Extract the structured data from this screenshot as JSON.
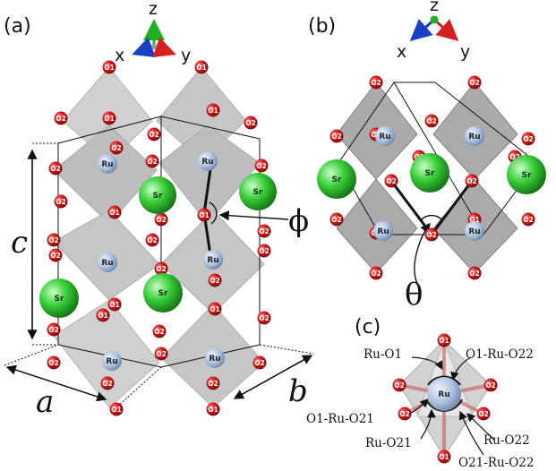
{
  "panels": {
    "a": {
      "label": "(a)",
      "axis_z": "z",
      "axis_x": "x",
      "axis_y": "y",
      "lattice_a": "a",
      "lattice_b": "b",
      "lattice_c": "c",
      "angle": "ϕ"
    },
    "b": {
      "label": "(b)",
      "axis_z": "z",
      "axis_x": "x",
      "axis_y": "y",
      "angle": "θ"
    },
    "c": {
      "label": "(c)",
      "annotations": {
        "ru_o1": "Ru-O1",
        "o1_ru_o22": "O1-Ru-O22",
        "o1_ru_o21": "O1-Ru-O21",
        "ru_o21": "Ru-O21",
        "ru_o22": "Ru-O22",
        "o21_ru_o22": "O21-Ru-O22"
      }
    }
  },
  "atoms": {
    "oxygen_1": "O1",
    "oxygen_2": "O2",
    "ruthenium": "Ru",
    "strontium": "Sr"
  },
  "colors": {
    "oxygen": "#d01818",
    "ruthenium": "#a9c0de",
    "strontium": "#2fc02f",
    "octahedron": "#9a9a9a",
    "axis_x": "#1a3fc4",
    "axis_y": "#d42020",
    "axis_z": "#20b020"
  }
}
